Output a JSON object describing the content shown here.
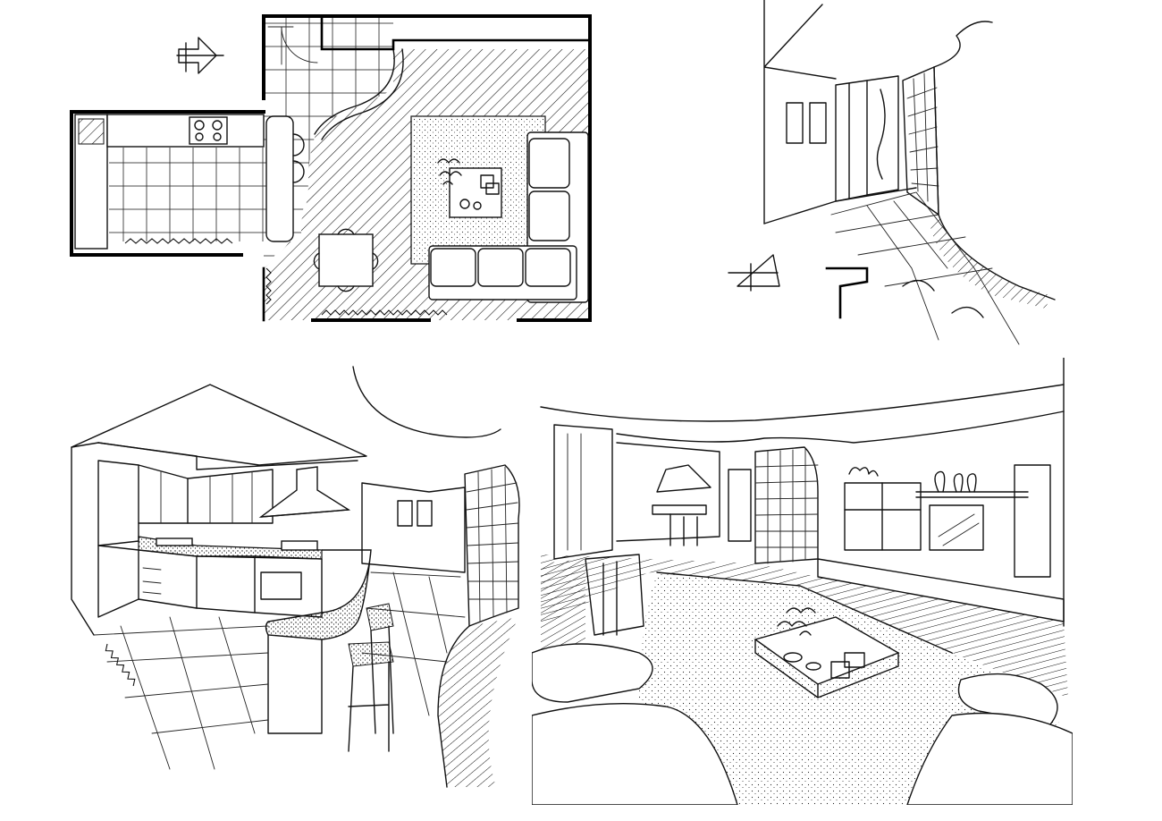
{
  "sheet": {
    "panels": [
      {
        "id": "floor-plan",
        "kind": "plan-view"
      },
      {
        "id": "entrance-perspective",
        "kind": "perspective"
      },
      {
        "id": "kitchen-perspective",
        "kind": "perspective"
      },
      {
        "id": "living-room-perspective",
        "kind": "perspective"
      }
    ],
    "ink_color": "#111111",
    "paper_color": "#ffffff"
  }
}
